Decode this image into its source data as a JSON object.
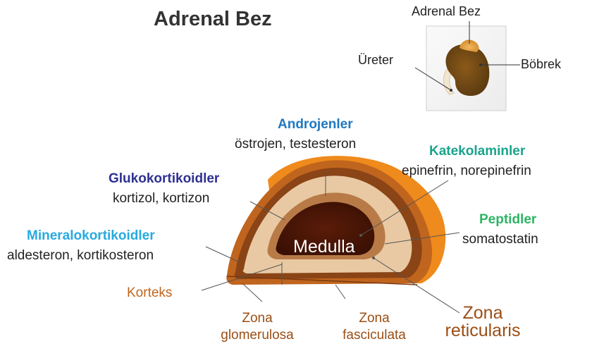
{
  "title": "Adrenal Bez",
  "inset": {
    "adrenal_label": "Adrenal Bez",
    "ureter_label": "Üreter",
    "kidney_label": "Böbrek"
  },
  "groups": {
    "androjenler": {
      "heading": "Androjenler",
      "detail": "östrojen, testesteron",
      "color": "#1f78c1"
    },
    "katekolaminler": {
      "heading": "Katekolaminler",
      "detail": "epinefrin, norepinefrin",
      "color": "#1aa38c"
    },
    "glukokortikoidler": {
      "heading": "Glukokortikoidler",
      "detail": "kortizol, kortizon",
      "color": "#2e3192"
    },
    "peptidler": {
      "heading": "Peptidler",
      "detail": "somatostatin",
      "color": "#2db564"
    },
    "mineralokortikoidler": {
      "heading": "Mineralokortikoidler",
      "detail": "aldesteron, kortikosteron",
      "color": "#27aae1"
    }
  },
  "medulla_label": "Medulla",
  "korteks_label": "Korteks",
  "zones": {
    "glomerulosa": [
      "Zona",
      "glomerulosa"
    ],
    "fasciculata": [
      "Zona",
      "fasciculata"
    ],
    "reticularis": [
      "Zona",
      "reticularis"
    ]
  },
  "colors": {
    "capsule": "#c0651e",
    "glomerulosa": "#8a4416",
    "fasciculata": "#e8c9a3",
    "reticularis": "#b87b47",
    "medulla": "#4a1606",
    "back": "#f0891c",
    "zone_text": "#9b4e14"
  }
}
